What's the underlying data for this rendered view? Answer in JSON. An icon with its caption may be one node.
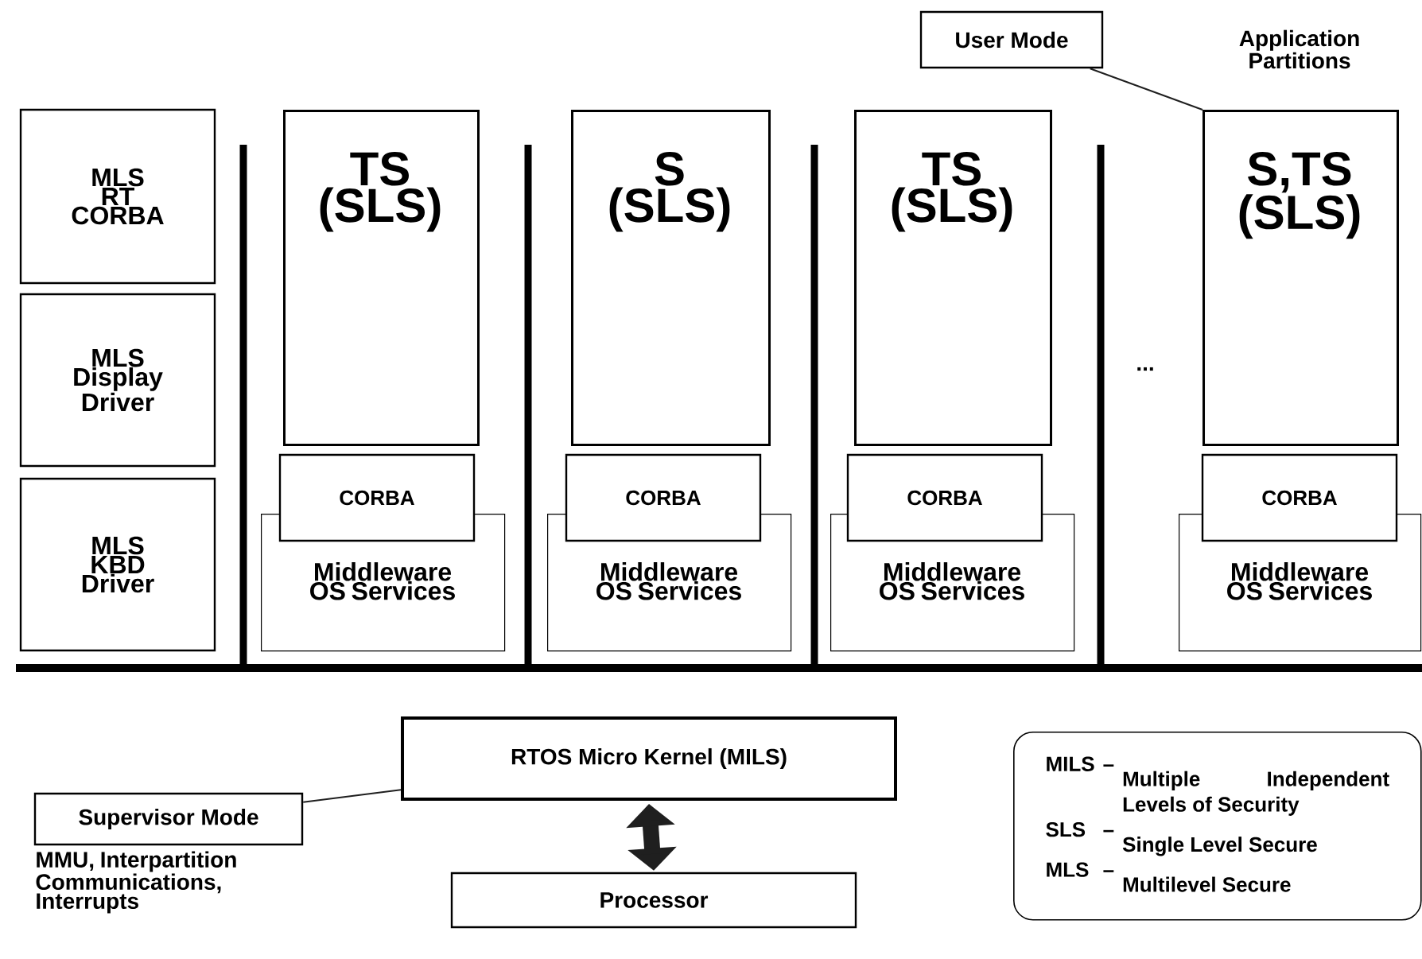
{
  "diagram": {
    "nodes": [
      {
        "text": [
          "MLS RT CORBA"
        ]
      },
      {
        "text": [
          "MLS Display Driver"
        ]
      },
      {
        "text": [
          "MLS KBD Driver"
        ]
      },
      {
        "text": [
          "User Mode"
        ]
      },
      {
        "text": [
          "TS (SLS)"
        ]
      },
      {
        "text": [
          "CORBA"
        ]
      },
      {
        "text": [
          "Middleware OS Services"
        ]
      },
      {
        "text": [
          "S (SLS)"
        ]
      },
      {
        "text": [
          "CORBA"
        ]
      },
      {
        "text": [
          "Middleware OS Services"
        ]
      },
      {
        "text": [
          "TS (SLS)"
        ]
      },
      {
        "text": [
          "CORBA"
        ]
      },
      {
        "text": [
          "Middleware OS Services"
        ]
      },
      {
        "text": [
          "S,TS (SLS)"
        ]
      },
      {
        "text": [
          "CORBA"
        ]
      },
      {
        "text": [
          "Middleware OS Services"
        ]
      },
      {
        "text": [
          "RTOS Micro Kernel (MILS)"
        ]
      },
      {
        "text": [
          "Supervisor Mode"
        ],
        "beside": [
          "MMU, Interpartition Communications, Interrupts"
        ]
      },
      {
        "text": [
          "Processor"
        ]
      },
      {
        "text": [
          "MILS",
          "–",
          "Multiple Independent Levels of Security",
          "SLS",
          "–",
          "Single Level Secure",
          "MLS",
          "–",
          "Multilevel Secure"
        ]
      }
    ],
    "edges": [
      {
        "from": 3,
        "to": 13,
        "arrow": "none"
      },
      {
        "from": 17,
        "to": 16,
        "arrow": "none"
      },
      {
        "from": 16,
        "to": 18,
        "arrow": "both",
        "style": "thick"
      }
    ],
    "labels": [
      "Application Partitions",
      "..."
    ]
  }
}
